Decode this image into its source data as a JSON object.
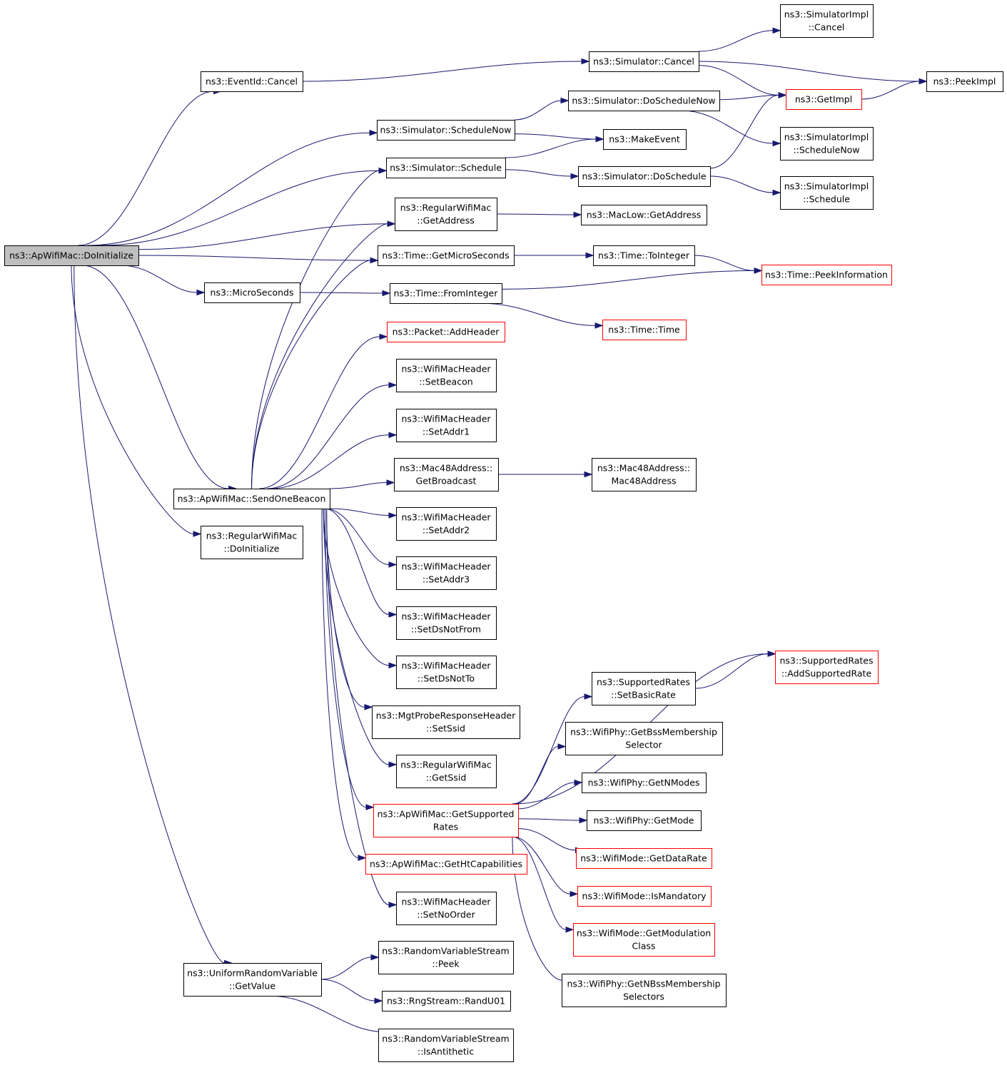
{
  "graph": {
    "nodes": [
      {
        "id": "root",
        "lines": [
          "ns3::ApWifiMac::DoInitialize"
        ],
        "link_color": "gray"
      },
      {
        "id": "evCancel",
        "lines": [
          "ns3::EventId::Cancel"
        ],
        "link_color": "black"
      },
      {
        "id": "simCancel",
        "lines": [
          "ns3::Simulator::Cancel"
        ],
        "link_color": "black"
      },
      {
        "id": "simImplCancel",
        "lines": [
          "ns3::SimulatorImpl",
          "::Cancel"
        ],
        "link_color": "black"
      },
      {
        "id": "peekImpl",
        "lines": [
          "ns3::PeekImpl"
        ],
        "link_color": "black"
      },
      {
        "id": "getImpl",
        "lines": [
          "ns3::GetImpl"
        ],
        "link_color": "red"
      },
      {
        "id": "doSchedNow",
        "lines": [
          "ns3::Simulator::DoScheduleNow"
        ],
        "link_color": "black"
      },
      {
        "id": "simImplSchedNow",
        "lines": [
          "ns3::SimulatorImpl",
          "::ScheduleNow"
        ],
        "link_color": "black"
      },
      {
        "id": "schedNow",
        "lines": [
          "ns3::Simulator::ScheduleNow"
        ],
        "link_color": "black"
      },
      {
        "id": "makeEvent",
        "lines": [
          "ns3::MakeEvent"
        ],
        "link_color": "black"
      },
      {
        "id": "schedule",
        "lines": [
          "ns3::Simulator::Schedule"
        ],
        "link_color": "black"
      },
      {
        "id": "doSchedule",
        "lines": [
          "ns3::Simulator::DoSchedule"
        ],
        "link_color": "black"
      },
      {
        "id": "simImplSched",
        "lines": [
          "ns3::SimulatorImpl",
          "::Schedule"
        ],
        "link_color": "black"
      },
      {
        "id": "regGetAddr",
        "lines": [
          "ns3::RegularWifiMac",
          "::GetAddress"
        ],
        "link_color": "black"
      },
      {
        "id": "macLowGetAddr",
        "lines": [
          "ns3::MacLow::GetAddress"
        ],
        "link_color": "black"
      },
      {
        "id": "getMicro",
        "lines": [
          "ns3::Time::GetMicroSeconds"
        ],
        "link_color": "black"
      },
      {
        "id": "toInteger",
        "lines": [
          "ns3::Time::ToInteger"
        ],
        "link_color": "black"
      },
      {
        "id": "peekInfo",
        "lines": [
          "ns3::Time::PeekInformation"
        ],
        "link_color": "red"
      },
      {
        "id": "microSec",
        "lines": [
          "ns3::MicroSeconds"
        ],
        "link_color": "black"
      },
      {
        "id": "fromInteger",
        "lines": [
          "ns3::Time::FromInteger"
        ],
        "link_color": "black"
      },
      {
        "id": "timeTime",
        "lines": [
          "ns3::Time::Time"
        ],
        "link_color": "red"
      },
      {
        "id": "addHeader",
        "lines": [
          "ns3::Packet::AddHeader"
        ],
        "link_color": "red"
      },
      {
        "id": "setBeacon",
        "lines": [
          "ns3::WifiMacHeader",
          "::SetBeacon"
        ],
        "link_color": "black"
      },
      {
        "id": "setAddr1",
        "lines": [
          "ns3::WifiMacHeader",
          "::SetAddr1"
        ],
        "link_color": "black"
      },
      {
        "id": "getBroadcast",
        "lines": [
          "ns3::Mac48Address::",
          "GetBroadcast"
        ],
        "link_color": "black"
      },
      {
        "id": "mac48",
        "lines": [
          "ns3::Mac48Address::",
          "Mac48Address"
        ],
        "link_color": "black"
      },
      {
        "id": "sendBeacon",
        "lines": [
          "ns3::ApWifiMac::SendOneBeacon"
        ],
        "link_color": "black"
      },
      {
        "id": "setAddr2",
        "lines": [
          "ns3::WifiMacHeader",
          "::SetAddr2"
        ],
        "link_color": "black"
      },
      {
        "id": "regDoInit",
        "lines": [
          "ns3::RegularWifiMac",
          "::DoInitialize"
        ],
        "link_color": "black"
      },
      {
        "id": "setAddr3",
        "lines": [
          "ns3::WifiMacHeader",
          "::SetAddr3"
        ],
        "link_color": "black"
      },
      {
        "id": "setDsNotFrom",
        "lines": [
          "ns3::WifiMacHeader",
          "::SetDsNotFrom"
        ],
        "link_color": "black"
      },
      {
        "id": "setDsNotTo",
        "lines": [
          "ns3::WifiMacHeader",
          "::SetDsNotTo"
        ],
        "link_color": "black"
      },
      {
        "id": "addSuppRate",
        "lines": [
          "ns3::SupportedRates",
          "::AddSupportedRate"
        ],
        "link_color": "red"
      },
      {
        "id": "setBasicRate",
        "lines": [
          "ns3::SupportedRates",
          "::SetBasicRate"
        ],
        "link_color": "black"
      },
      {
        "id": "setSsid",
        "lines": [
          "ns3::MgtProbeResponseHeader",
          "::SetSsid"
        ],
        "link_color": "black"
      },
      {
        "id": "getBssSel",
        "lines": [
          "ns3::WifiPhy::GetBssMembership",
          "Selector"
        ],
        "link_color": "black"
      },
      {
        "id": "regGetSsid",
        "lines": [
          "ns3::RegularWifiMac",
          "::GetSsid"
        ],
        "link_color": "black"
      },
      {
        "id": "getNModes",
        "lines": [
          "ns3::WifiPhy::GetNModes"
        ],
        "link_color": "black"
      },
      {
        "id": "getSuppRates",
        "lines": [
          "ns3::ApWifiMac::GetSupported",
          "Rates"
        ],
        "link_color": "red"
      },
      {
        "id": "getMode",
        "lines": [
          "ns3::WifiPhy::GetMode"
        ],
        "link_color": "black"
      },
      {
        "id": "getDataRate",
        "lines": [
          "ns3::WifiMode::GetDataRate"
        ],
        "link_color": "red"
      },
      {
        "id": "getHtCap",
        "lines": [
          "ns3::ApWifiMac::GetHtCapabilities"
        ],
        "link_color": "red"
      },
      {
        "id": "isMandatory",
        "lines": [
          "ns3::WifiMode::IsMandatory"
        ],
        "link_color": "red"
      },
      {
        "id": "setNoOrder",
        "lines": [
          "ns3::WifiMacHeader",
          "::SetNoOrder"
        ],
        "link_color": "black"
      },
      {
        "id": "getModClass",
        "lines": [
          "ns3::WifiMode::GetModulation",
          "Class"
        ],
        "link_color": "red"
      },
      {
        "id": "rvsPeek",
        "lines": [
          "ns3::RandomVariableStream",
          "::Peek"
        ],
        "link_color": "black"
      },
      {
        "id": "urvGetValue",
        "lines": [
          "ns3::UniformRandomVariable",
          "::GetValue"
        ],
        "link_color": "black"
      },
      {
        "id": "getNBssSel",
        "lines": [
          "ns3::WifiPhy::GetNBssMembership",
          "Selectors"
        ],
        "link_color": "black"
      },
      {
        "id": "randU01",
        "lines": [
          "ns3::RngStream::RandU01"
        ],
        "link_color": "black"
      },
      {
        "id": "isAntithetic",
        "lines": [
          "ns3::RandomVariableStream",
          "::IsAntithetic"
        ],
        "link_color": "black"
      }
    ],
    "edges": [
      [
        "root",
        "evCancel"
      ],
      [
        "root",
        "schedNow"
      ],
      [
        "root",
        "schedule"
      ],
      [
        "root",
        "regGetAddr"
      ],
      [
        "root",
        "getMicro"
      ],
      [
        "root",
        "microSec"
      ],
      [
        "root",
        "sendBeacon"
      ],
      [
        "root",
        "regDoInit"
      ],
      [
        "root",
        "urvGetValue"
      ],
      [
        "evCancel",
        "simCancel"
      ],
      [
        "simCancel",
        "simImplCancel"
      ],
      [
        "simCancel",
        "peekImpl"
      ],
      [
        "simCancel",
        "getImpl"
      ],
      [
        "getImpl",
        "peekImpl"
      ],
      [
        "schedNow",
        "doSchedNow"
      ],
      [
        "schedNow",
        "makeEvent"
      ],
      [
        "doSchedNow",
        "getImpl"
      ],
      [
        "doSchedNow",
        "simImplSchedNow"
      ],
      [
        "schedule",
        "makeEvent"
      ],
      [
        "schedule",
        "doSchedule"
      ],
      [
        "doSchedule",
        "getImpl"
      ],
      [
        "doSchedule",
        "simImplSched"
      ],
      [
        "regGetAddr",
        "macLowGetAddr"
      ],
      [
        "getMicro",
        "toInteger"
      ],
      [
        "toInteger",
        "peekInfo"
      ],
      [
        "microSec",
        "fromInteger"
      ],
      [
        "fromInteger",
        "peekInfo"
      ],
      [
        "fromInteger",
        "timeTime"
      ],
      [
        "sendBeacon",
        "schedule"
      ],
      [
        "sendBeacon",
        "regGetAddr"
      ],
      [
        "sendBeacon",
        "getMicro"
      ],
      [
        "sendBeacon",
        "addHeader"
      ],
      [
        "sendBeacon",
        "setBeacon"
      ],
      [
        "sendBeacon",
        "setAddr1"
      ],
      [
        "sendBeacon",
        "getBroadcast"
      ],
      [
        "sendBeacon",
        "setAddr2"
      ],
      [
        "sendBeacon",
        "setAddr3"
      ],
      [
        "sendBeacon",
        "setDsNotFrom"
      ],
      [
        "sendBeacon",
        "setDsNotTo"
      ],
      [
        "sendBeacon",
        "setSsid"
      ],
      [
        "sendBeacon",
        "regGetSsid"
      ],
      [
        "sendBeacon",
        "getSuppRates"
      ],
      [
        "sendBeacon",
        "getHtCap"
      ],
      [
        "sendBeacon",
        "setNoOrder"
      ],
      [
        "getBroadcast",
        "mac48"
      ],
      [
        "getSuppRates",
        "addSuppRate"
      ],
      [
        "getSuppRates",
        "setBasicRate"
      ],
      [
        "getSuppRates",
        "getBssSel"
      ],
      [
        "getSuppRates",
        "getNModes"
      ],
      [
        "getSuppRates",
        "getMode"
      ],
      [
        "getSuppRates",
        "getDataRate"
      ],
      [
        "getSuppRates",
        "isMandatory"
      ],
      [
        "getSuppRates",
        "getModClass"
      ],
      [
        "getSuppRates",
        "getNBssSel"
      ],
      [
        "setBasicRate",
        "addSuppRate"
      ],
      [
        "urvGetValue",
        "rvsPeek"
      ],
      [
        "urvGetValue",
        "randU01"
      ],
      [
        "urvGetValue",
        "isAntithetic"
      ]
    ]
  }
}
